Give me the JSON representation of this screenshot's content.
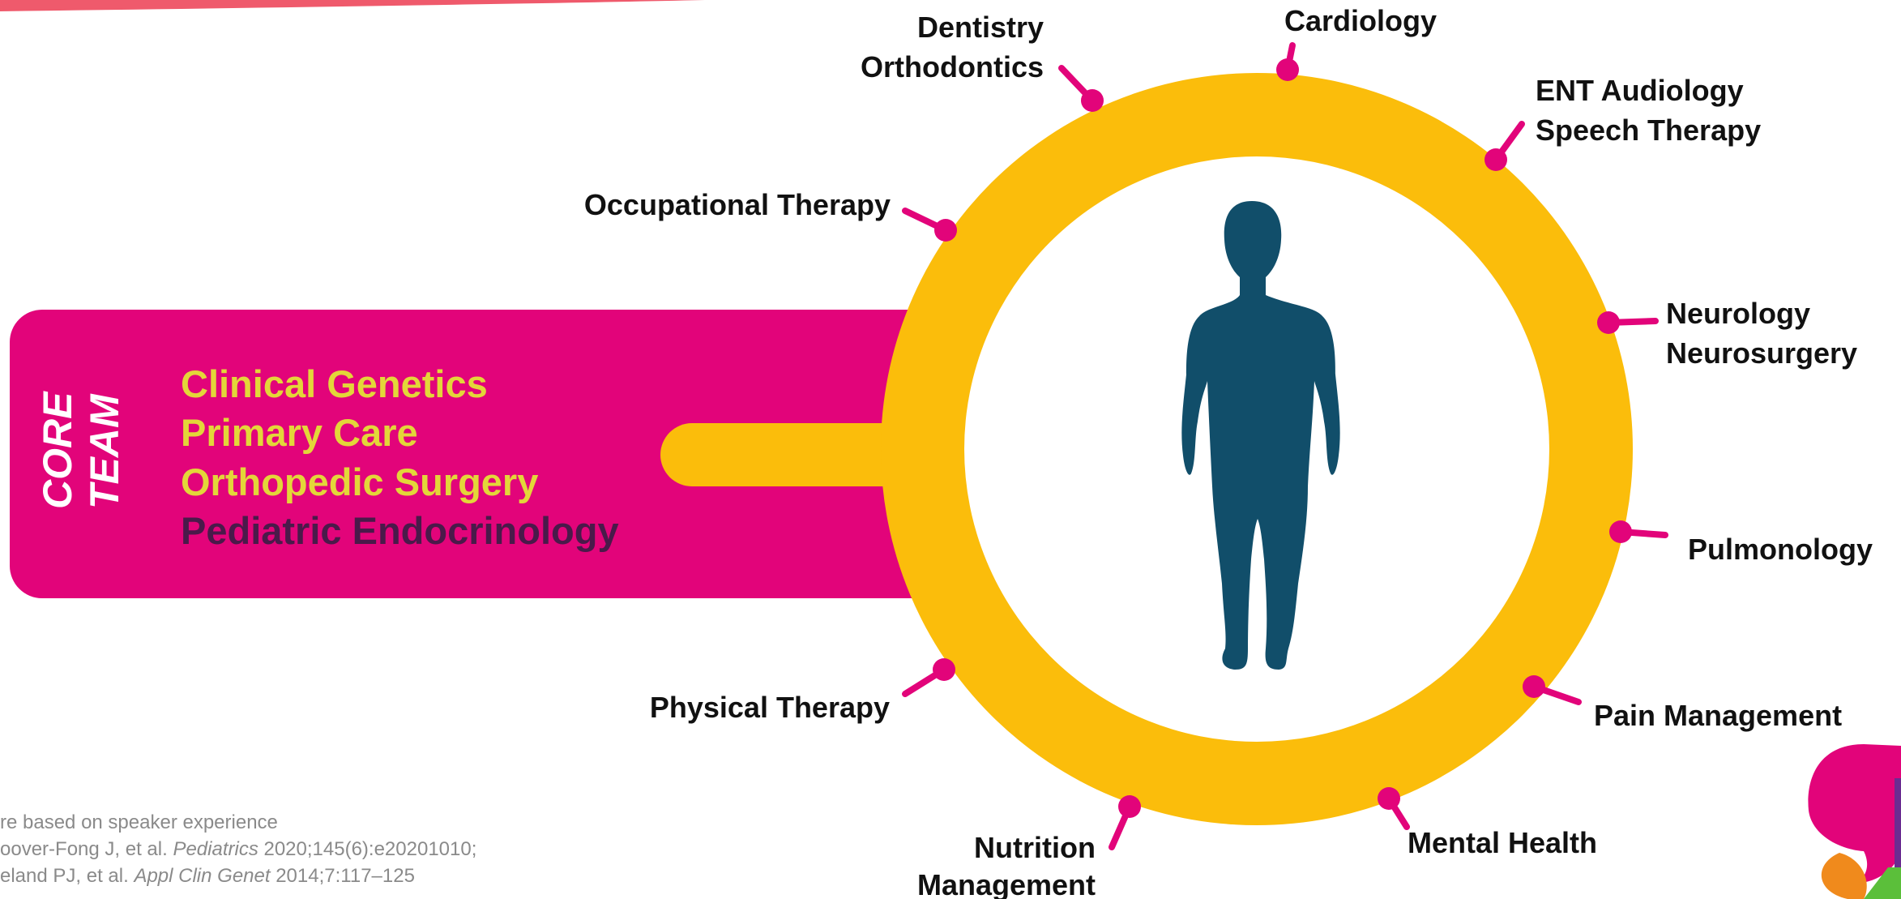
{
  "core_team": {
    "label_line1": "CORE",
    "label_line2": "TEAM",
    "items": [
      {
        "text": "Clinical Genetics",
        "color": "#e3d639"
      },
      {
        "text": "Primary Care",
        "color": "#e3d639"
      },
      {
        "text": "Orthopedic Surgery",
        "color": "#e3d639"
      },
      {
        "text": "Pediatric Endocrinology",
        "color": "#4a1a4a"
      }
    ]
  },
  "specialties": {
    "dentistry_1": "Dentistry",
    "dentistry_2": "Orthodontics",
    "cardiology": "Cardiology",
    "ent_1": "ENT Audiology",
    "ent_2": "Speech Therapy",
    "occupational": "Occupational Therapy",
    "neuro_1": "Neurology",
    "neuro_2": "Neurosurgery",
    "pulmonology": "Pulmonology",
    "physical": "Physical Therapy",
    "pain": "Pain Management",
    "nutrition_1": "Nutrition",
    "nutrition_2": "Management",
    "mental": "Mental Health"
  },
  "footnote": {
    "line1": "re based on speaker experience",
    "line2_a": "oover-Fong J, et al. ",
    "line2_b": "Pediatrics",
    "line2_c": " 2020;145(6):e20201010;",
    "line3_a": "eland PJ, et al. ",
    "line3_b": "Appl Clin Genet",
    "line3_c": " 2014;7:117–125"
  },
  "colors": {
    "magenta": "#e2047a",
    "ring": "#fbbd0b",
    "figure": "#114e6a",
    "coral": "#ef5a6c"
  },
  "icons": [
    "human-figure-icon",
    "logo-icon"
  ]
}
